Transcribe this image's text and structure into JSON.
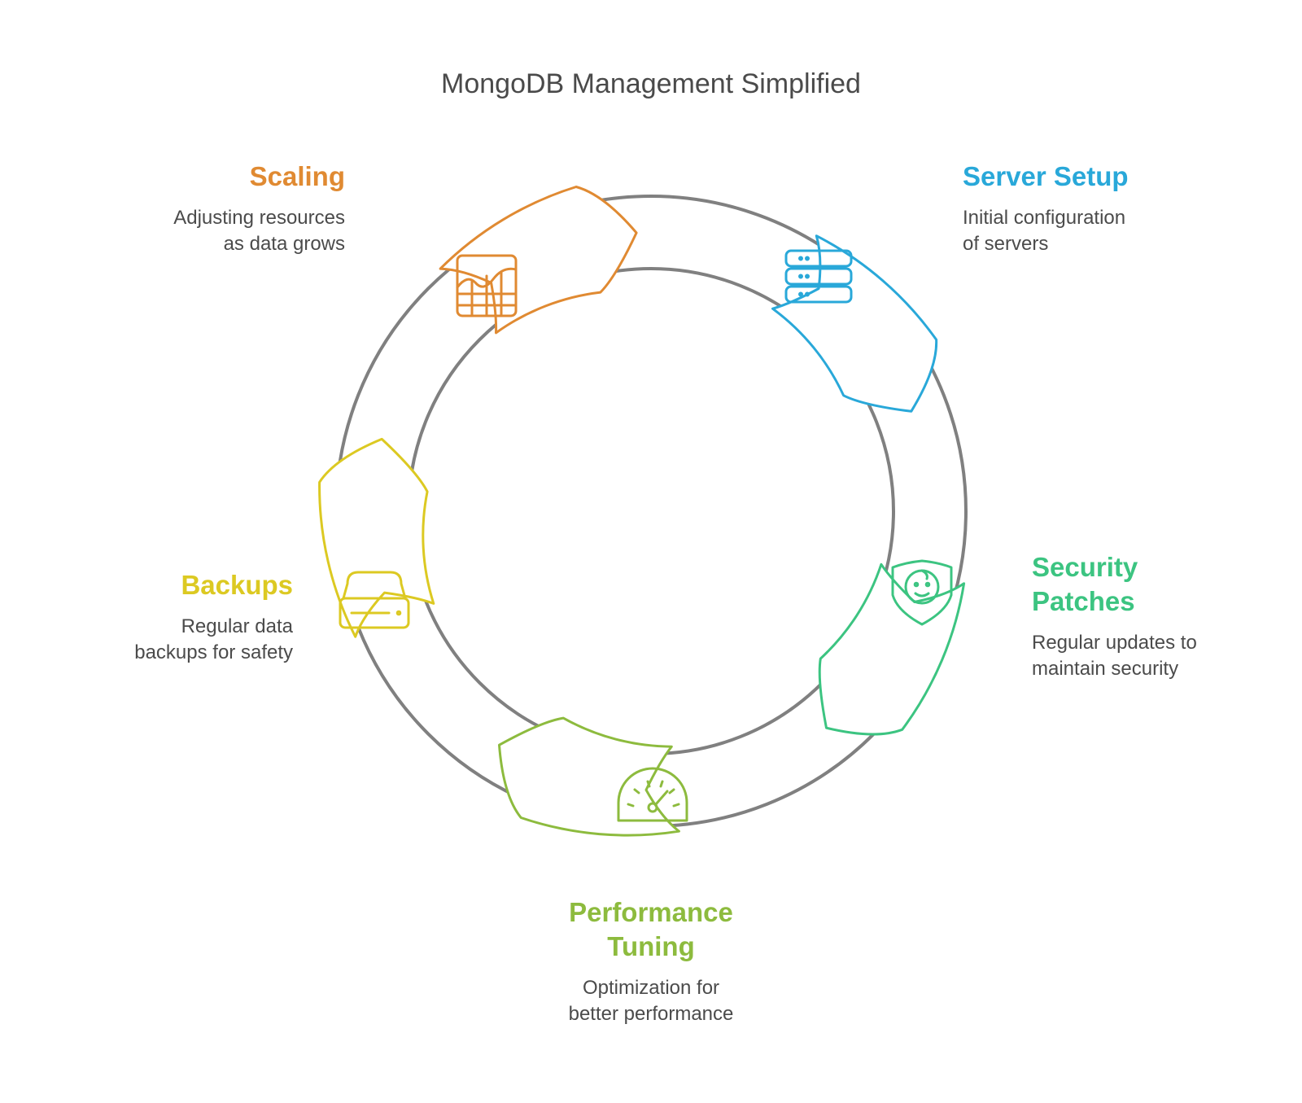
{
  "title": "MongoDB Management Simplified",
  "colors": {
    "ring": "#808080",
    "server_setup": "#29a8d9",
    "security_patches": "#3cc481",
    "performance_tuning": "#8dbb3e",
    "backups": "#dcc922",
    "scaling": "#e08a32"
  },
  "steps": [
    {
      "key": "server_setup",
      "heading": "Server Setup",
      "description": "Initial configuration\nof servers",
      "icon": "server-rack-icon"
    },
    {
      "key": "security_patches",
      "heading": "Security\nPatches",
      "description": "Regular updates to\nmaintain security",
      "icon": "shield-icon"
    },
    {
      "key": "performance_tuning",
      "heading": "Performance\nTuning",
      "description": "Optimization for\nbetter performance",
      "icon": "speedometer-icon"
    },
    {
      "key": "backups",
      "heading": "Backups",
      "description": "Regular data\nbackups for safety",
      "icon": "hard-drive-icon"
    },
    {
      "key": "scaling",
      "heading": "Scaling",
      "description": "Adjusting resources\nas data grows",
      "icon": "chart-grid-icon"
    }
  ]
}
